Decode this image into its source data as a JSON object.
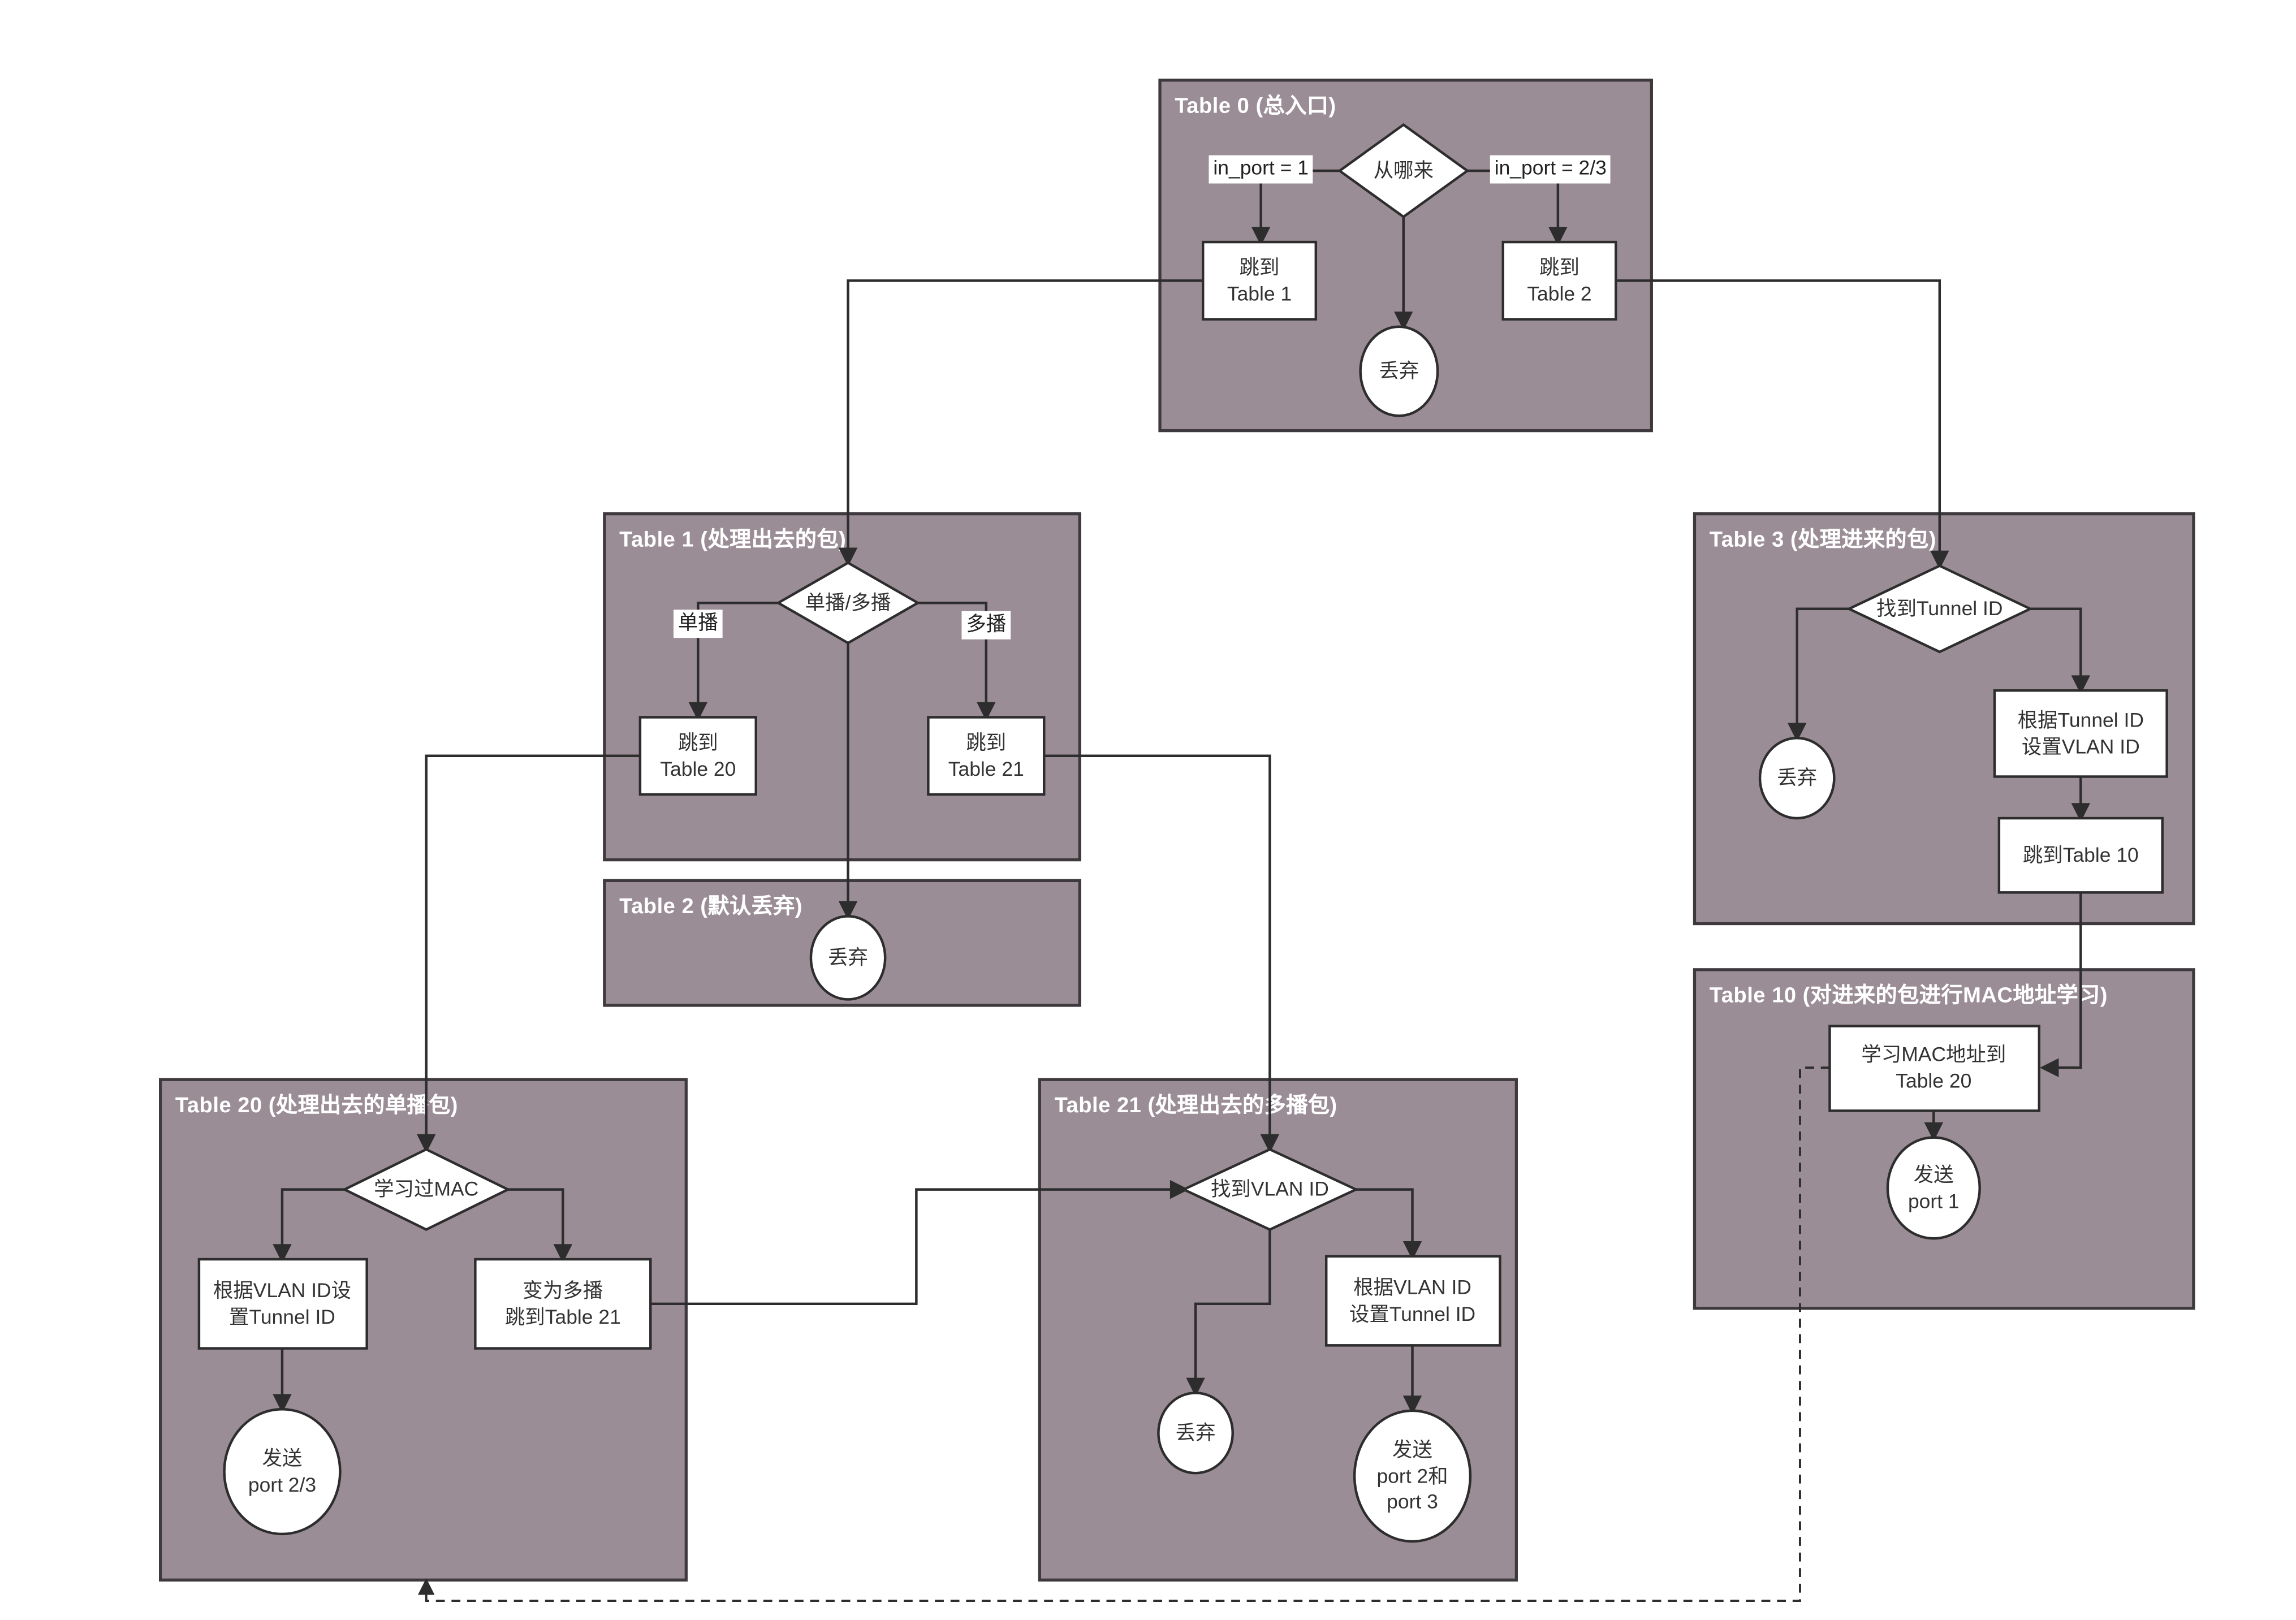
{
  "colors": {
    "page-bg": "#ffffff",
    "table-bg": "#9b8d95",
    "table-border": "#3d393c",
    "node-bg": "#ffffff",
    "node-border": "#2d2d2d",
    "line": "#2d2d2d",
    "title-text": "#ffffff",
    "node-text": "#333333"
  },
  "tables": {
    "t0": {
      "title": "Table 0 (总入口)"
    },
    "t1": {
      "title": "Table 1 (处理出去的包)"
    },
    "t2": {
      "title": "Table 2 (默认丢弃)"
    },
    "t3": {
      "title": "Table 3 (处理进来的包)"
    },
    "t10": {
      "title": "Table 10 (对进来的包进行MAC地址学习)"
    },
    "t20": {
      "title": "Table 20 (处理出去的单播包)"
    },
    "t21": {
      "title": "Table 21 (处理出去的多播包)"
    }
  },
  "nodes": {
    "t0_decision": "从哪来",
    "t0_goto_table1": "跳到\nTable 1",
    "t0_goto_table2": "跳到\nTable 2",
    "t0_drop": "丢弃",
    "t1_decision": "单播/多播",
    "t1_goto_table20": "跳到\nTable 20",
    "t1_goto_table21": "跳到\nTable 21",
    "t2_drop": "丢弃",
    "t3_decision": "找到Tunnel ID",
    "t3_drop": "丢弃",
    "t3_set_vlan": "根据Tunnel ID\n设置VLAN ID",
    "t3_goto_table10": "跳到Table 10",
    "t10_learn_mac": "学习MAC地址到\nTable 20",
    "t10_send_port1": "发送\nport 1",
    "t20_decision": "学习过MAC",
    "t20_set_tunnel": "根据VLAN ID设\n置Tunnel ID",
    "t20_to_multicast": "变为多播\n跳到Table 21",
    "t20_send": "发送\nport 2/3",
    "t21_decision": "找到VLAN ID",
    "t21_drop": "丢弃",
    "t21_set_tunnel": "根据VLAN ID\n设置Tunnel ID",
    "t21_send": "发送\nport 2和\nport 3"
  },
  "edge_labels": {
    "in_port_1": "in_port = 1",
    "in_port_23": "in_port = 2/3",
    "unicast": "单播",
    "multicast": "多播"
  }
}
